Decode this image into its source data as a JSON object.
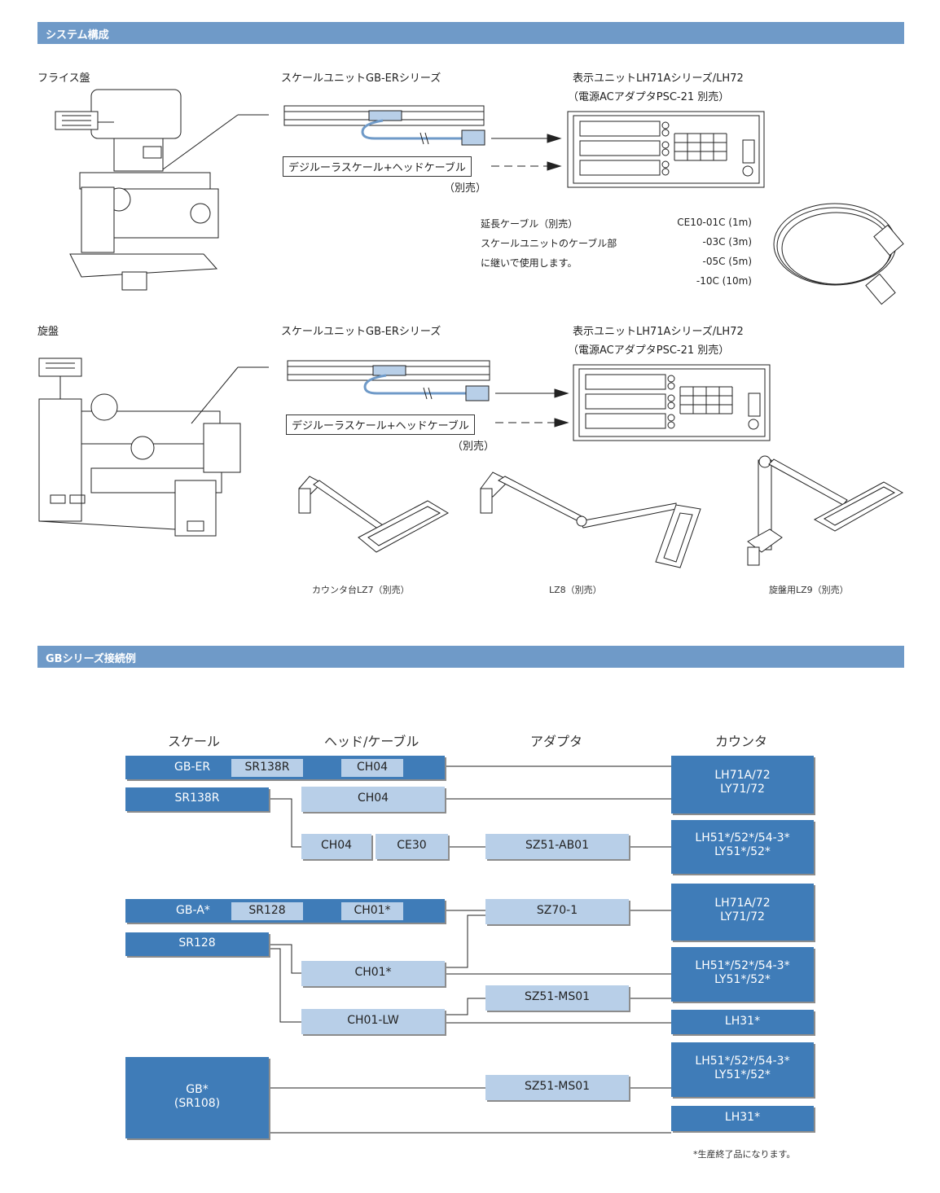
{
  "sections": {
    "system": "システム構成",
    "connection": "GBシリーズ接続例"
  },
  "milling": {
    "machine_label": "フライス盤",
    "scale_unit": "スケールユニットGB-ERシリーズ",
    "display_unit": "表示ユニットLH71Aシリーズ/LH72",
    "display_note": "（電源ACアダプタPSC-21 別売）",
    "combo_box": "デジルーラスケール+ヘッドケーブル",
    "combo_note": "（別売）"
  },
  "cable": {
    "line1": "延長ケーブル（別売）",
    "line2": "スケールユニットのケーブル部",
    "line3": "に継いで使用します。",
    "codes": [
      "CE10-01C (1m)",
      "-03C (3m)",
      "-05C (5m)",
      "-10C (10m)"
    ]
  },
  "lathe": {
    "machine_label": "旋盤",
    "scale_unit": "スケールユニットGB-ERシリーズ",
    "display_unit": "表示ユニットLH71Aシリーズ/LH72",
    "display_note": "（電源ACアダプタPSC-21 別売）",
    "combo_box": "デジルーラスケール+ヘッドケーブル",
    "combo_note": "（別売）"
  },
  "stands": [
    "カウンタ台LZ7（別売）",
    "LZ8（別売）",
    "旋盤用LZ9（別売）"
  ],
  "diagram": {
    "headers": {
      "scale": "スケール",
      "head": "ヘッド/ケーブル",
      "adapter": "アダプタ",
      "counter": "カウンタ"
    },
    "gb_er": {
      "main": "GB-ER",
      "scale": "SR138R",
      "head": "CH04"
    },
    "sr138r": "SR138R",
    "ch04_a": "CH04",
    "ch04_b": "CH04",
    "ce30": "CE30",
    "sz51_ab01": "SZ51-AB01",
    "gb_a": {
      "main": "GB-A*",
      "scale": "SR128",
      "head": "CH01*"
    },
    "sr128": "SR128",
    "ch01": "CH01*",
    "ch01_lw": "CH01-LW",
    "sz70": "SZ70-1",
    "sz51_ms01_a": "SZ51-MS01",
    "sz51_ms01_b": "SZ51-MS01",
    "gb_sr108": {
      "line1": "GB*",
      "line2": "(SR108)"
    },
    "counters": {
      "c1": {
        "line1": "LH71A/72",
        "line2": "LY71/72"
      },
      "c2": {
        "line1": "LH51*/52*/54-3*",
        "line2": "LY51*/52*"
      },
      "c3": {
        "line1": "LH71A/72",
        "line2": "LY71/72"
      },
      "c4": {
        "line1": "LH51*/52*/54-3*",
        "line2": "LY51*/52*"
      },
      "c5": "LH31*",
      "c6": {
        "line1": "LH51*/52*/54-3*",
        "line2": "LY51*/52*"
      },
      "c7": "LH31*"
    },
    "footnote": "*生産終了品になります。"
  }
}
